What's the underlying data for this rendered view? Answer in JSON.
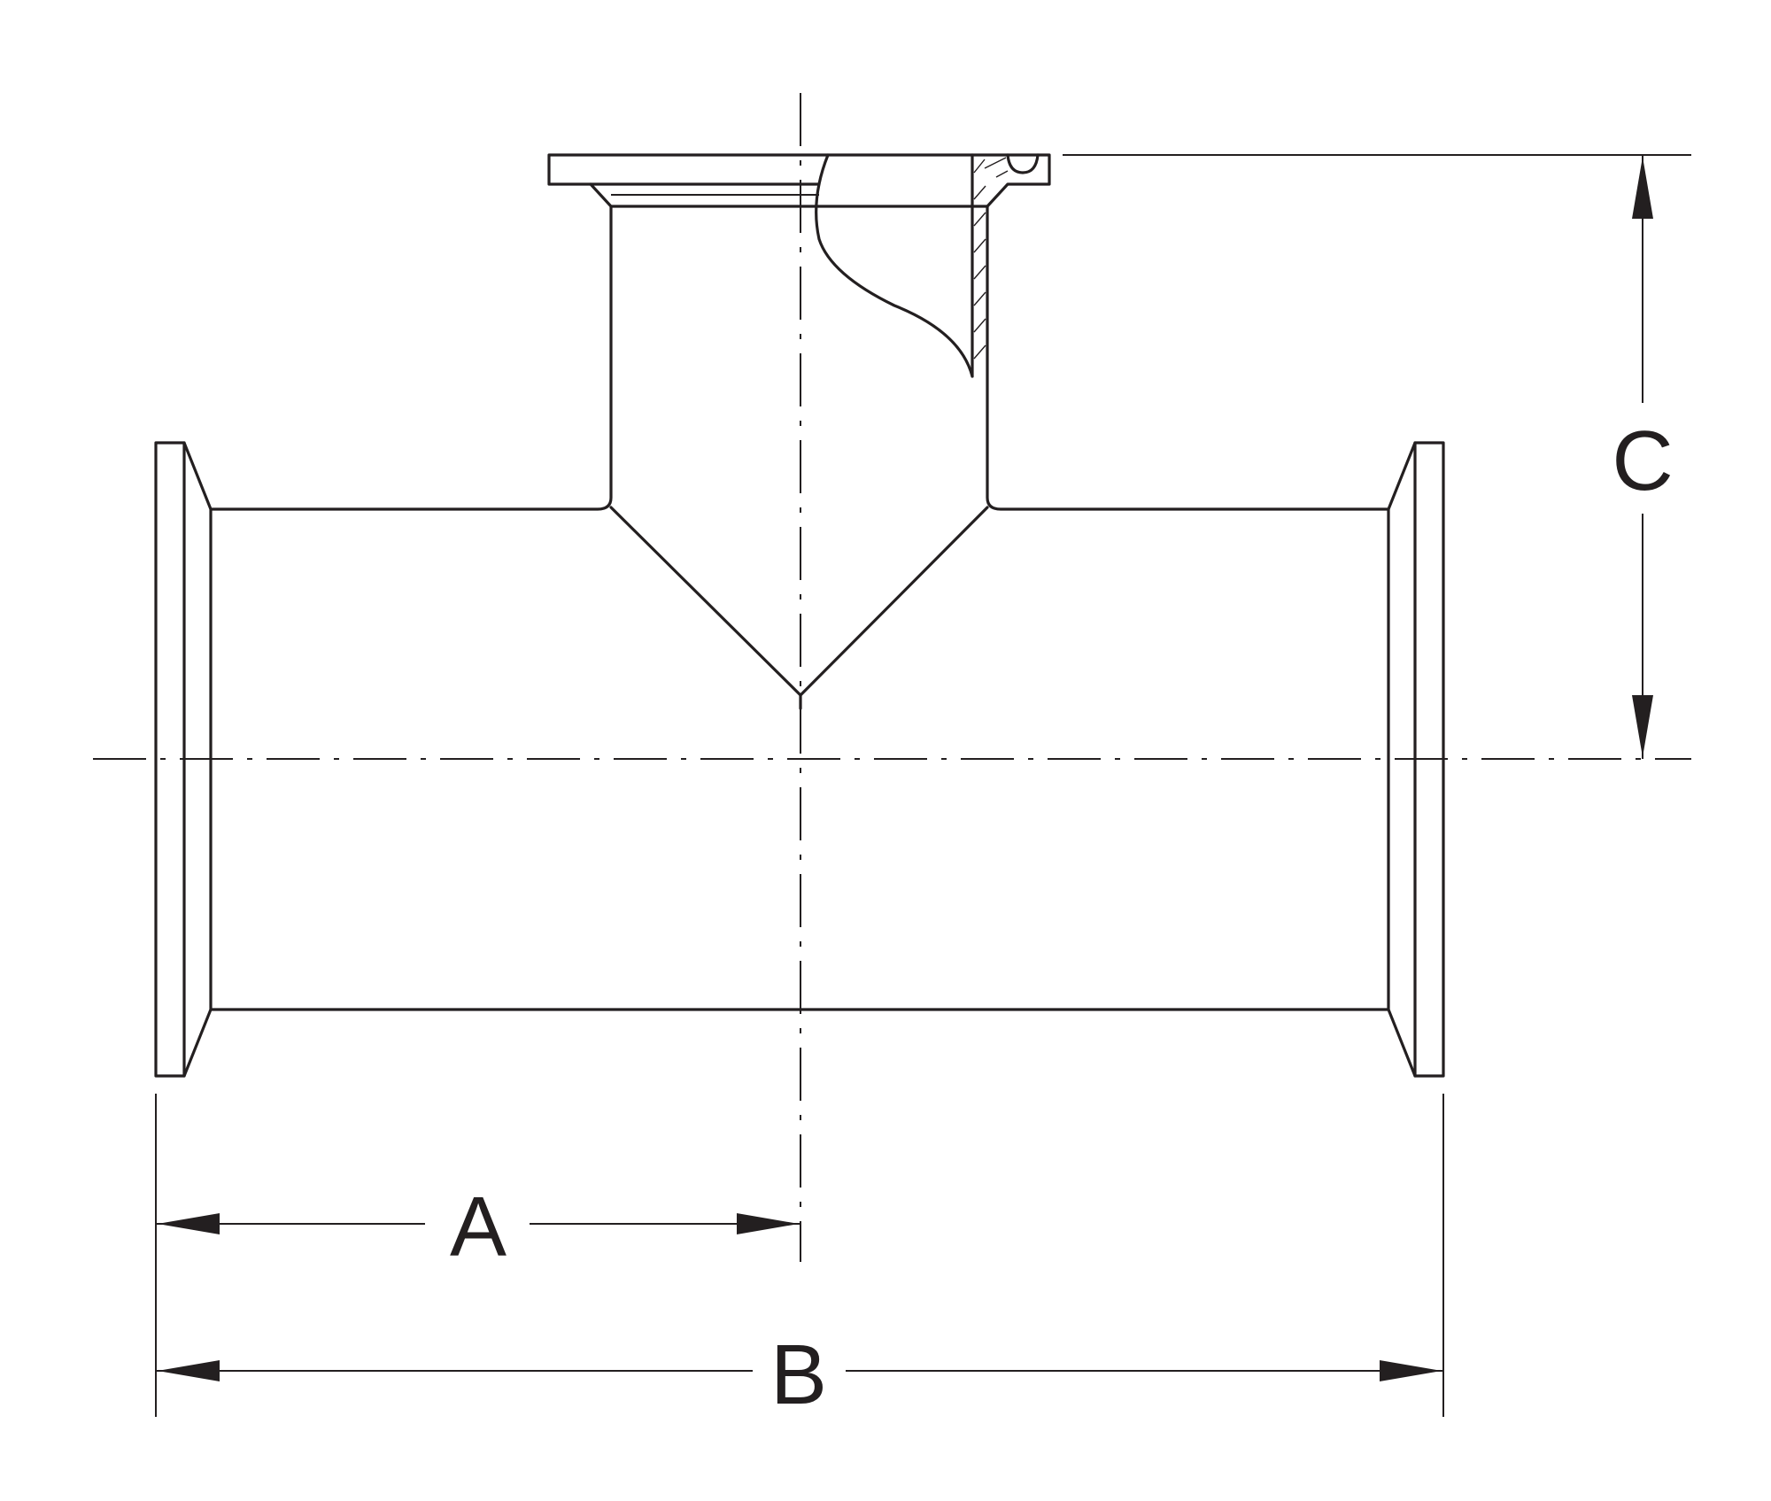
{
  "dimensions": {
    "a_label": "A",
    "b_label": "B",
    "c_label": "C"
  },
  "colors": {
    "line": "#231f20",
    "background": "#ffffff"
  }
}
